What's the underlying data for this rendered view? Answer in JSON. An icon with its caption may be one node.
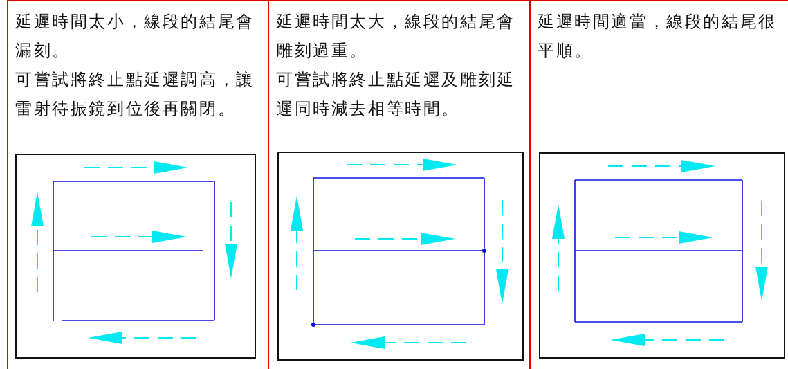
{
  "diagram": {
    "labels": [
      "延遲時間太小，線段的結尾會漏刻。",
      "可嘗試將終止點延遲調高，讓雷射待振鏡到位後再關閉。",
      "延遲時間太大，線段的結尾會雕刻過重。",
      "可嘗試將終止點延遲及雕刻延遲同時減去相等時間。",
      "延遲時間適當，線段的結尾很平順。"
    ]
  }
}
